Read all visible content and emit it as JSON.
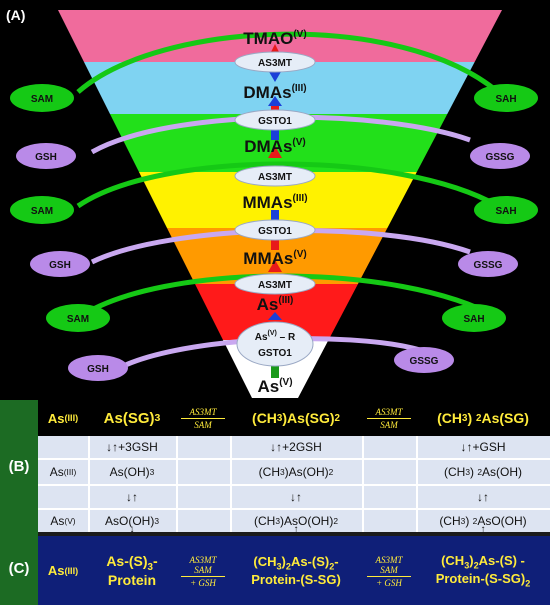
{
  "panel_a": {
    "label": "(A)",
    "species": {
      "tmao": {
        "base": "TMAO",
        "sup": "(V)"
      },
      "dmas3": {
        "base": "DMAs",
        "sup": "(III)"
      },
      "dmas5": {
        "base": "DMAs",
        "sup": "(V)"
      },
      "mmas3": {
        "base": "MMAs",
        "sup": "(III)"
      },
      "mmas5": {
        "base": "MMAs",
        "sup": "(V)"
      },
      "as3": {
        "base": "As",
        "sup": "(III)"
      },
      "as5": {
        "base": "As",
        "sup": "(V)"
      }
    },
    "enzymes": {
      "e1": "AS3MT",
      "e2": "GSTO1",
      "e3": "AS3MT",
      "e4": "GSTO1",
      "e5": "AS3MT",
      "e6": "GSTO1"
    },
    "as5r": {
      "base": "As",
      "sup": "(V)",
      "suffix": " – R"
    },
    "cofactors_left": [
      "SAM",
      "GSH",
      "SAM",
      "GSH",
      "SAM",
      "GSH"
    ],
    "cofactors_right": [
      "SAH",
      "GSSG",
      "SAH",
      "GSSG",
      "SAH",
      "GSSG"
    ],
    "colors": {
      "tmao_band": "#f06b9c",
      "dmas3_band": "#7fd3f2",
      "dmas5_band": "#22e01a",
      "mmas3_band": "#fff200",
      "mmas5_band": "#ff9a00",
      "as3_band": "#ff1a1a",
      "as5_band": "#ffffff",
      "sam_green": "#15c915",
      "gsh_purple": "#b98ae8"
    }
  },
  "panel_b": {
    "label": "(B)",
    "header": {
      "as3": {
        "base": "As",
        "sup": "(III)"
      },
      "col1": "As(SG)",
      "col1_sub": "3",
      "arrow_top": "AS3MT",
      "arrow_bottom": "SAM",
      "col2": "(CH",
      "col2_rest": "As(SG)",
      "col3": "(CH",
      "col3_rest": "As(SG)"
    },
    "row_gsh": [
      "↓↑+3GSH",
      "↓↑+2GSH",
      "↓↑+GSH"
    ],
    "row_oh": {
      "label": {
        "base": "As",
        "sup": "(III)"
      },
      "c1": "As(OH)",
      "c2": "(CH",
      "c3": "(CH"
    },
    "row_eq": [
      "↓↑",
      "↓↑",
      "↓↑"
    ],
    "row_oxo": {
      "label": {
        "base": "As",
        "sup": "(V)"
      },
      "c1": "AsO(OH)",
      "c2": "(CH",
      "c3": "(CH"
    },
    "row_down": [
      "↓",
      "↑",
      "↑"
    ]
  },
  "panel_c": {
    "label": "(C)",
    "as3": {
      "base": "As",
      "sup": "(III)"
    },
    "c1_line1": "As-(S)",
    "c1_line2": "Protein",
    "arrow_top": "AS3MT",
    "arrow_mid": "SAM",
    "arrow_bottom": "+ GSH",
    "c2_line2": "Protein-(S-SG)",
    "c3_line2": "Protein-(S-SG)"
  }
}
